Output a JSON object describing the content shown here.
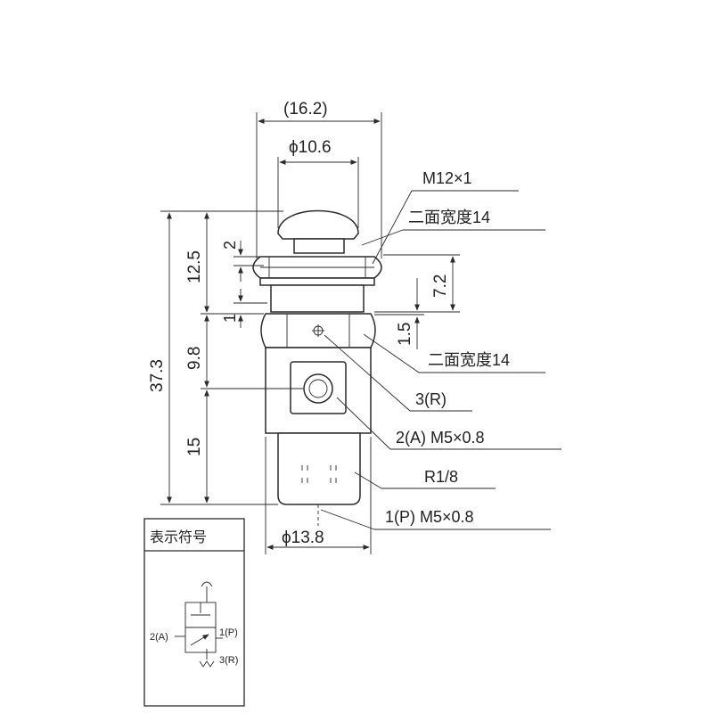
{
  "dimensions": {
    "overall_width": "(16.2)",
    "button_diameter": "ϕ10.6",
    "body_diameter": "ϕ13.8",
    "total_height": "37.3",
    "cap_height": "12.5",
    "nut_height": "9.8",
    "lower_height": "15",
    "small_2": "2",
    "small_1": "1",
    "thread_len": "7.2",
    "nut_gap": "1.5"
  },
  "callouts": {
    "thread": "M12×1",
    "flats_top": "二面宽度14",
    "flats_body": "二面宽度14",
    "exhaust": "3(R)",
    "outlet": "2(A)  M5×0.8",
    "pipe_thread": "R1/8",
    "inlet": "1(P)  M5×0.8"
  },
  "symbol_box": {
    "title": "表示符号",
    "port_a": "2(A)",
    "port_p": "1(P)",
    "port_r": "3(R)"
  }
}
